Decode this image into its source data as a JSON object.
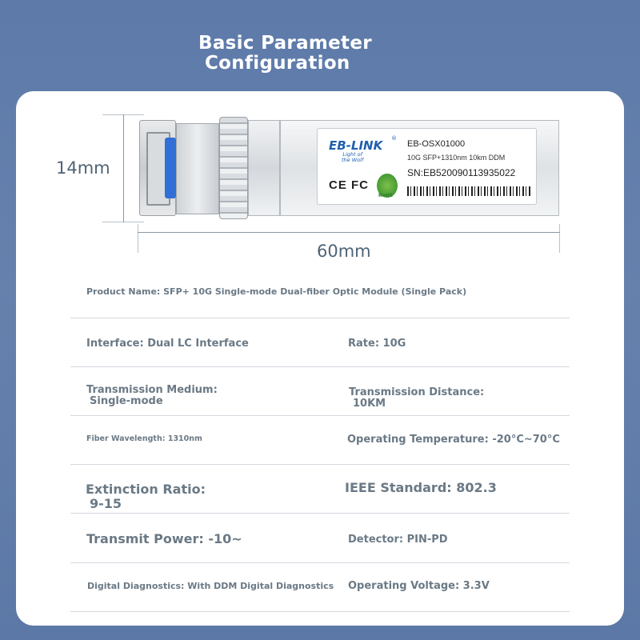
{
  "page": {
    "title_line1": "Basic Parameter",
    "title_line2": "Configuration",
    "background_color": "#6781ad",
    "card_color": "#ffffff"
  },
  "dimensions": {
    "height_label": "14mm",
    "width_label": "60mm"
  },
  "module_label": {
    "brand": "EB-LINK",
    "registered_mark": "®",
    "tagline_line1": "Light of",
    "tagline_line2": "the Wolf",
    "model": "EB-OSX01000",
    "spec": "10G SFP+1310nm 10km DDM",
    "serial": "SN:EB520090113935022",
    "certification_marks": "CE FC",
    "rohs": "RoHS",
    "pull_tab_color": "#2f6fd6"
  },
  "specs": {
    "product_name": "Product Name: SFP+ 10G Single-mode Dual-fiber Optic Module (Single Pack)",
    "interface": "Interface: Dual LC Interface",
    "rate": "Rate: 10G",
    "medium_label": "Transmission Medium:",
    "medium_value": "Single-mode",
    "distance_label": "Transmission Distance:",
    "distance_value": "10KM",
    "wavelength": "Fiber Wavelength: 1310nm",
    "temperature": "Operating Temperature: -20°C~70°C",
    "extinction_label": "Extinction Ratio:",
    "extinction_value": "9-15",
    "ieee": "IEEE Standard: 802.3",
    "transmit_power": "Transmit Power: -10~",
    "detector": "Detector: PIN-PD",
    "diagnostics": "Digital Diagnostics: With DDM Digital Diagnostics",
    "voltage": "Operating Voltage: 3.3V",
    "text_color": "#6a7985"
  }
}
